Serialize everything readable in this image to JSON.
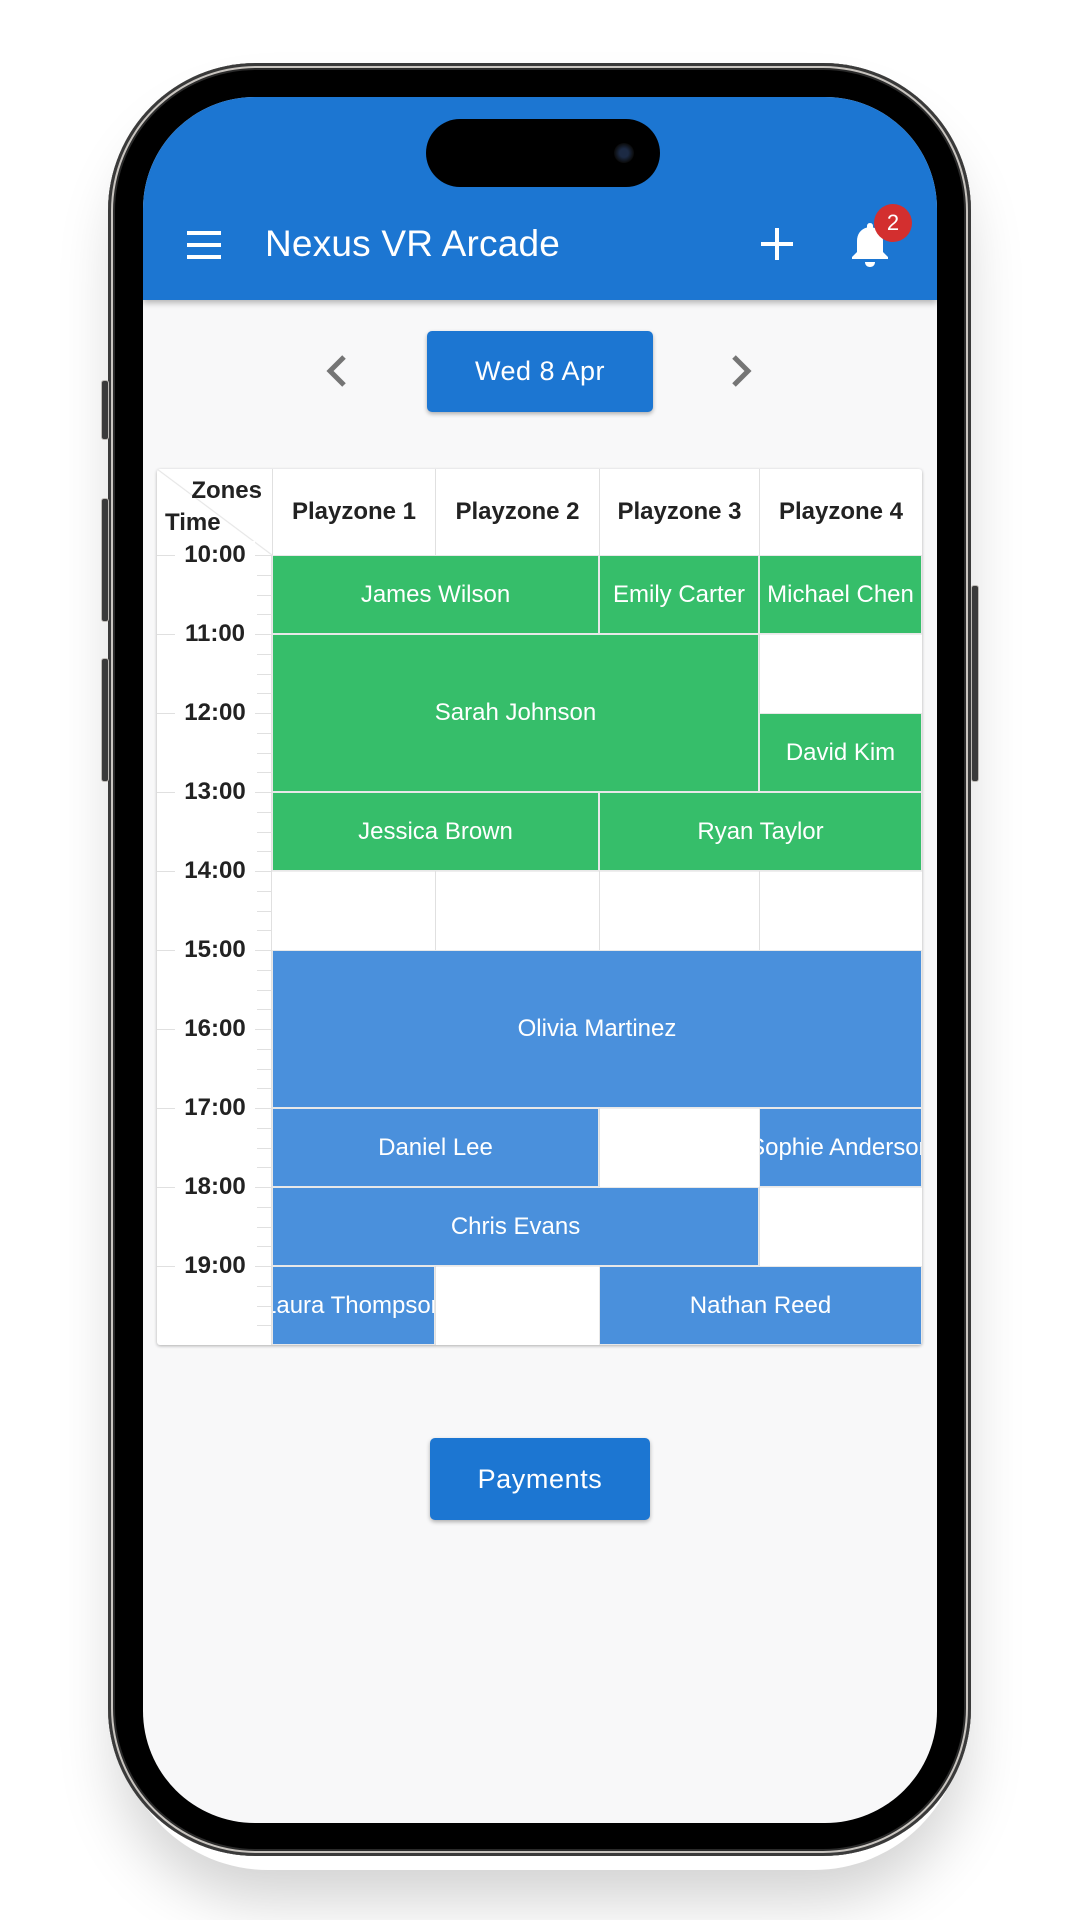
{
  "app_bar": {
    "title": "Nexus VR Arcade",
    "menu_icon": "hamburger-menu-icon",
    "add_icon": "plus-icon",
    "notifications_icon": "bell-icon",
    "notification_count": "2",
    "color": "#1c76d2",
    "badge_color": "#d32f2f"
  },
  "date_nav": {
    "prev_icon": "chevron-left-icon",
    "current_date": "Wed 8 Apr",
    "next_icon": "chevron-right-icon"
  },
  "schedule": {
    "corner_top": "Zones",
    "corner_bottom": "Time",
    "zones": [
      "Playzone 1",
      "Playzone 2",
      "Playzone 3",
      "Playzone 4"
    ],
    "hours": [
      "10:00",
      "11:00",
      "12:00",
      "13:00",
      "14:00",
      "15:00",
      "16:00",
      "17:00",
      "18:00",
      "19:00"
    ],
    "colors": {
      "green": "#36be6a",
      "blue": "#4a90dc"
    },
    "bookings": [
      {
        "name": "James Wilson",
        "zones": [
          1,
          2
        ],
        "start": "10:00",
        "end": "11:00",
        "color": "green"
      },
      {
        "name": "Emily Carter",
        "zones": [
          3
        ],
        "start": "10:00",
        "end": "11:00",
        "color": "green"
      },
      {
        "name": "Michael Chen",
        "zones": [
          4
        ],
        "start": "10:00",
        "end": "11:00",
        "color": "green"
      },
      {
        "name": "Sarah Johnson",
        "zones": [
          1,
          2,
          3
        ],
        "start": "11:00",
        "end": "13:00",
        "color": "green"
      },
      {
        "name": "David Kim",
        "zones": [
          4
        ],
        "start": "12:00",
        "end": "13:00",
        "color": "green"
      },
      {
        "name": "Jessica Brown",
        "zones": [
          1,
          2
        ],
        "start": "13:00",
        "end": "14:00",
        "color": "green"
      },
      {
        "name": "Ryan Taylor",
        "zones": [
          3,
          4
        ],
        "start": "13:00",
        "end": "14:00",
        "color": "green"
      },
      {
        "name": "Olivia Martinez",
        "zones": [
          1,
          2,
          3,
          4
        ],
        "start": "15:00",
        "end": "17:00",
        "color": "blue"
      },
      {
        "name": "Daniel Lee",
        "zones": [
          1,
          2
        ],
        "start": "17:00",
        "end": "18:00",
        "color": "blue"
      },
      {
        "name": "Sophie Anderson",
        "zones": [
          4
        ],
        "start": "17:00",
        "end": "18:00",
        "color": "blue"
      },
      {
        "name": "Chris Evans",
        "zones": [
          1,
          2,
          3
        ],
        "start": "18:00",
        "end": "19:00",
        "color": "blue"
      },
      {
        "name": "Laura Thompson",
        "zones": [
          1
        ],
        "start": "19:00",
        "end": "20:00",
        "color": "blue"
      },
      {
        "name": "Nathan Reed",
        "zones": [
          3,
          4
        ],
        "start": "19:00",
        "end": "20:00",
        "color": "blue"
      }
    ]
  },
  "footer": {
    "payments_label": "Payments"
  }
}
